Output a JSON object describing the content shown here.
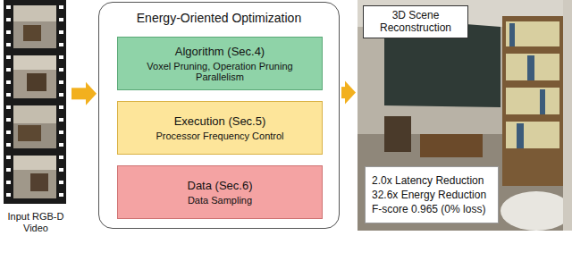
{
  "diagram": {
    "nodes": [
      {
        "text": [
          "Input RGB-D Video"
        ]
      },
      {
        "text": [
          "Energy-Oriented Optimization"
        ]
      },
      {
        "text": [
          "Algorithm (Sec.4)",
          "Voxel Pruning, Operation Pruning Parallelism"
        ],
        "in": 1
      },
      {
        "text": [
          "Execution (Sec.5)",
          "Processor Frequency Control"
        ],
        "in": 1
      },
      {
        "text": [
          "Data (Sec.6)",
          "Data Sampling"
        ],
        "in": 1
      },
      {
        "text": [
          "3D Scene Reconstruction"
        ]
      },
      {
        "text": [
          "2.0x Latency Reduction",
          "32.6x Energy Reduction",
          "F-score 0.965 (0% loss)"
        ],
        "in": 5
      }
    ],
    "edges": [
      {
        "from": 0,
        "to": 1,
        "arrow": "to"
      },
      {
        "from": 1,
        "to": 5,
        "arrow": "to"
      }
    ]
  }
}
